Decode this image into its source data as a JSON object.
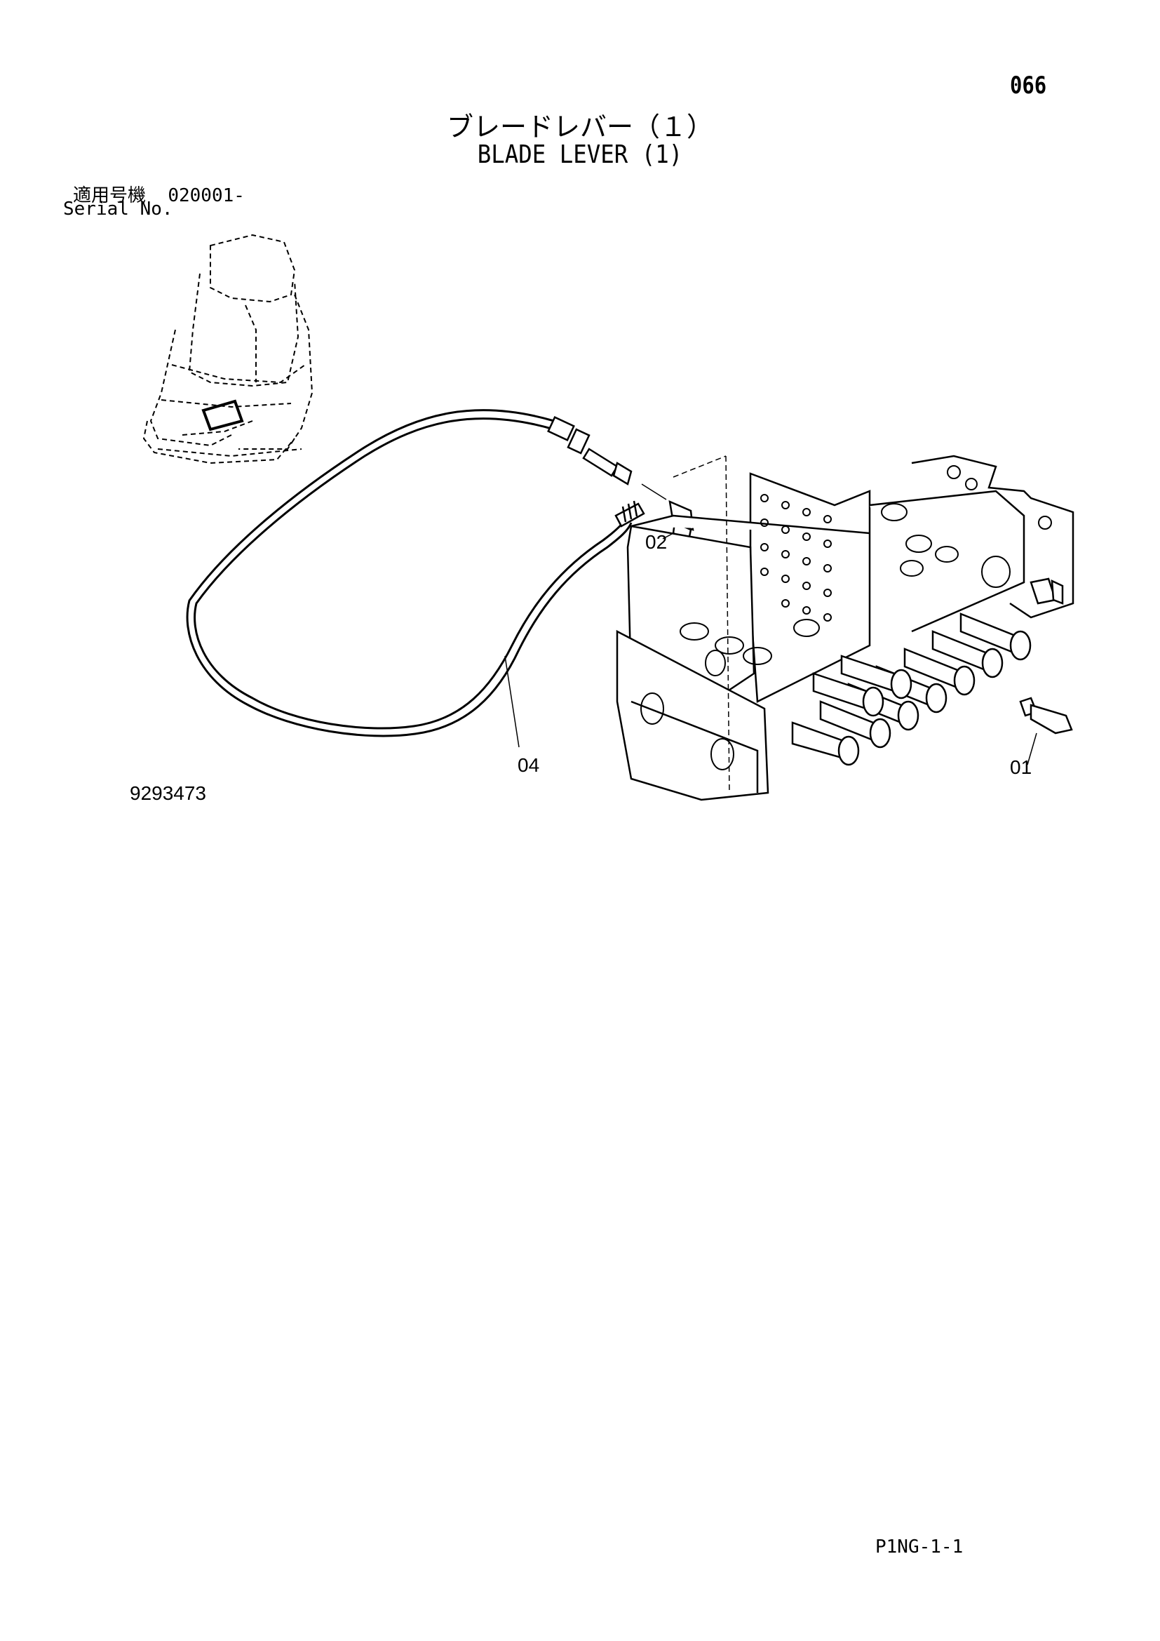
{
  "header": {
    "page_number": "066",
    "title_jp": "ブレードレバー（１）",
    "title_en": "BLADE LEVER (1)"
  },
  "serial": {
    "label_jp": "適用号機",
    "value": "020001-",
    "label_en": "Serial No."
  },
  "callouts": {
    "c01": "01",
    "c02": "02",
    "c04": "04"
  },
  "footer": {
    "drawing_number": "9293473",
    "page_code": "P1NG-1-1"
  }
}
